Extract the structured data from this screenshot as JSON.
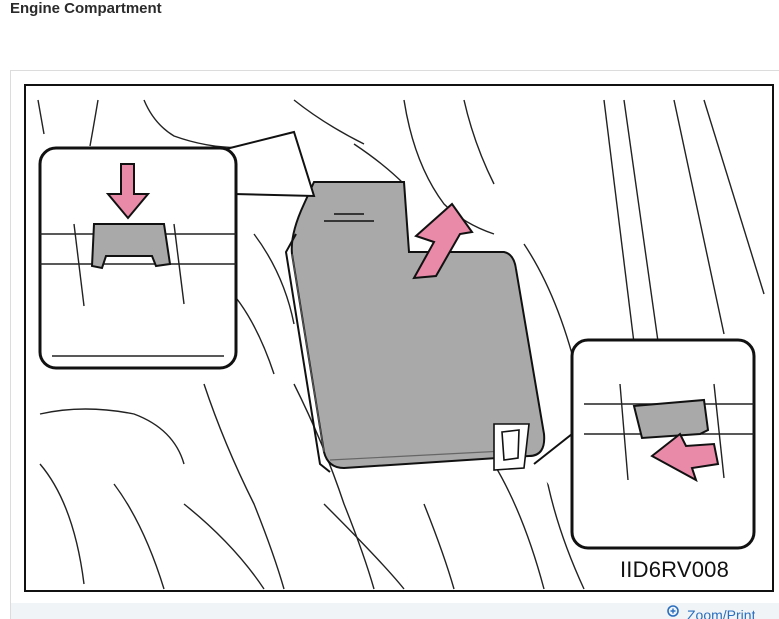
{
  "section": {
    "title": "Engine Compartment"
  },
  "figure": {
    "code": "IID6RV008",
    "icons": {
      "zoom": "zoom-icon"
    },
    "colors": {
      "arrow": "#e98aa9",
      "fusebox": "#a9a9a9",
      "outline": "#111111"
    }
  },
  "zoom": {
    "label": "Zoom/Print"
  }
}
